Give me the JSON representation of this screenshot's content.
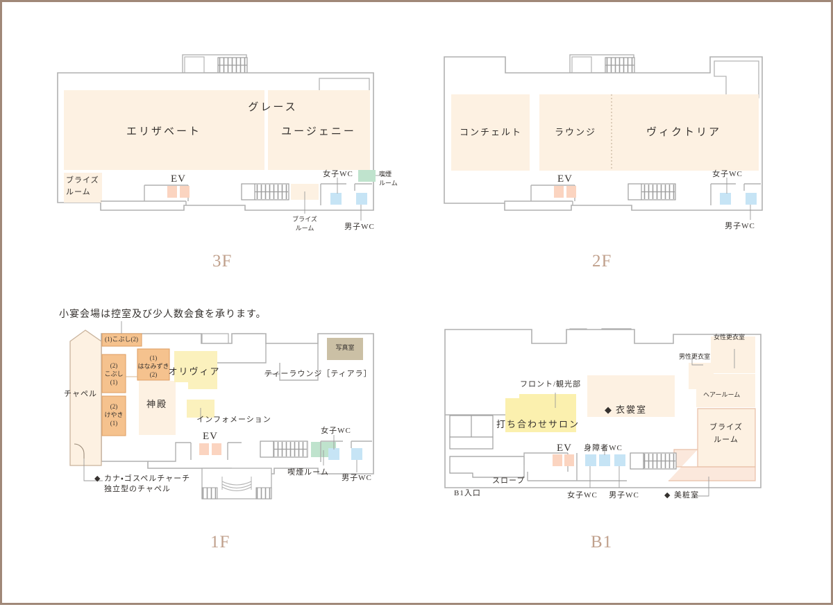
{
  "page": {
    "title": "フロアガイド",
    "border_color": "#a08878",
    "background": "#ffffff"
  },
  "palette": {
    "wall": "#a8a8a8",
    "wall_light": "#c4c4c4",
    "banquet_fill": "#fdf1e2",
    "banquet_fill_light": "#fdf4ea",
    "small_room_fill": "#f5c28e",
    "small_room_stroke": "#e0a268",
    "olivia_fill": "#fbf1bd",
    "salon_fill": "#fbf0ae",
    "photo_fill": "#cbc0a5",
    "ev_fill": "#fbd4c0",
    "wc_fill": "#c6e4f5",
    "smoke_fill": "#bfe3cd",
    "caption_color": "#c0a08c",
    "text_color": "#35312e",
    "leader_color": "#9a9a9a"
  },
  "floors": [
    {
      "id": "3F",
      "caption": "3F",
      "rooms": [
        {
          "name": "グレース",
          "type": "banquet"
        },
        {
          "name": "エリザベート",
          "type": "banquet"
        },
        {
          "name": "ユージェニー",
          "type": "banquet"
        },
        {
          "name": "ブライズルーム",
          "type": "bride",
          "line1": "ブライズ",
          "line2": "ルーム"
        },
        {
          "name": "ブライズルーム",
          "type": "bride",
          "line1": "ブライズ",
          "line2": "ルーム"
        }
      ],
      "facilities": [
        {
          "name": "EV",
          "label": "EV",
          "color": "#fbd4c0"
        },
        {
          "name": "女子WC",
          "label": "女子WC",
          "color": "#c6e4f5"
        },
        {
          "name": "男子WC",
          "label": "男子WC",
          "color": "#c6e4f5"
        },
        {
          "name": "喫煙ルーム",
          "label": "喫煙ルーム",
          "line1": "喫煙",
          "line2": "ルーム",
          "color": "#bfe3cd"
        }
      ]
    },
    {
      "id": "2F",
      "caption": "2F",
      "rooms": [
        {
          "name": "コンチェルト",
          "type": "banquet"
        },
        {
          "name": "ラウンジ",
          "type": "banquet"
        },
        {
          "name": "ヴィクトリア",
          "type": "banquet"
        }
      ],
      "facilities": [
        {
          "name": "EV",
          "label": "EV",
          "color": "#fbd4c0"
        },
        {
          "name": "女子WC",
          "label": "女子WC",
          "color": "#c6e4f5"
        },
        {
          "name": "男子WC",
          "label": "男子WC",
          "color": "#c6e4f5"
        }
      ]
    },
    {
      "id": "1F",
      "caption": "1F",
      "note": "小宴会場は控室及び少人数会食を承ります。",
      "rooms": [
        {
          "name": "こぶし(1)(2)",
          "label_line1": "(1)こぶし(2)",
          "type": "small"
        },
        {
          "name": "こぶし(1)",
          "label_line1": "(2)",
          "label_line2": "こぶし",
          "label_line3": "(1)",
          "type": "small"
        },
        {
          "name": "はなみずき(2)",
          "label_line1": "(1)",
          "label_line2": "はなみずき",
          "label_line3": "(2)",
          "type": "small"
        },
        {
          "name": "けやき(1)",
          "label_line1": "(2)",
          "label_line2": "けやき",
          "label_line3": "(1)",
          "type": "small"
        },
        {
          "name": "チャペル",
          "type": "chapel"
        },
        {
          "name": "神殿",
          "type": "shinto"
        },
        {
          "name": "オリヴィア",
          "type": "olivia"
        },
        {
          "name": "インフォメーション",
          "type": "info"
        },
        {
          "name": "写真室",
          "type": "photo"
        },
        {
          "name": "ティーラウンジ［ティアラ］",
          "type": "lounge"
        }
      ],
      "facilities": [
        {
          "name": "EV",
          "label": "EV",
          "color": "#fbd4c0"
        },
        {
          "name": "女子WC",
          "label": "女子WC",
          "color": "#c6e4f5"
        },
        {
          "name": "男子WC",
          "label": "男子WC",
          "color": "#c6e4f5"
        },
        {
          "name": "喫煙ルーム",
          "label": "喫煙ルーム",
          "color": "#bfe3cd"
        }
      ],
      "annotations": [
        {
          "marker": "◆",
          "line1": "カナ・ゴスペルチャーチ",
          "line2": "独立型のチャペル"
        }
      ]
    },
    {
      "id": "B1",
      "caption": "B1",
      "rooms": [
        {
          "name": "フロント/観光部"
        },
        {
          "name": "打ち合わせサロン"
        },
        {
          "name": "衣裳室",
          "marker": "◆"
        },
        {
          "name": "女性更衣室"
        },
        {
          "name": "男性更衣室"
        },
        {
          "name": "ヘアールーム"
        },
        {
          "name": "ブライズルーム",
          "line1": "ブライズ",
          "line2": "ルーム"
        },
        {
          "name": "美粧室",
          "marker": "◆"
        }
      ],
      "facilities": [
        {
          "name": "EV",
          "label": "EV",
          "color": "#fbd4c0"
        },
        {
          "name": "身障者WC",
          "label": "身障者WC",
          "color": "#c6e4f5"
        },
        {
          "name": "女子WC",
          "label": "女子WC",
          "color": "#c6e4f5"
        },
        {
          "name": "男子WC",
          "label": "男子WC",
          "color": "#c6e4f5"
        },
        {
          "name": "スロープ",
          "label": "スロープ"
        },
        {
          "name": "B1入口",
          "label": "B1入口"
        }
      ]
    }
  ],
  "labels": {
    "f3": {
      "grace": "グレース",
      "elizabeth": "エリザベート",
      "eugenie": "ユージェニー",
      "bride_left_1": "ブライズ",
      "bride_left_2": "ルーム",
      "bride_mid_1": "ブライズ",
      "bride_mid_2": "ルーム",
      "ev": "EV",
      "wc_women": "女子WC",
      "wc_men": "男子WC",
      "smoke_1": "喫煙",
      "smoke_2": "ルーム",
      "caption": "3F"
    },
    "f2": {
      "concerto": "コンチェルト",
      "lounge": "ラウンジ",
      "victoria": "ヴィクトリア",
      "ev": "EV",
      "wc_women": "女子WC",
      "wc_men": "男子WC",
      "caption": "2F"
    },
    "f1": {
      "note": "小宴会場は控室及び少人数会食を承ります。",
      "kobushi_top": "(1)こぶし(2)",
      "kobushi_l1": "(2)",
      "kobushi_l2": "こぶし",
      "kobushi_l3": "(1)",
      "hanamizuki_l1": "(1)",
      "hanamizuki_l2": "はなみずき",
      "hanamizuki_l3": "(2)",
      "keyaki_l1": "(2)",
      "keyaki_l2": "けやき",
      "keyaki_l3": "(1)",
      "chapel": "チャペル",
      "shinden": "神殿",
      "olivia": "オリヴィア",
      "information": "インフォメーション",
      "photo_room": "写真室",
      "tea_lounge": "ティーラウンジ［ティアラ］",
      "ev": "EV",
      "wc_women": "女子WC",
      "wc_men": "男子WC",
      "smoking": "喫煙ルーム",
      "kana_marker": "◆",
      "kana_1": "カナ・ゴスペルチャーチ",
      "kana_2": "独立型のチャペル",
      "caption": "1F"
    },
    "b1": {
      "front": "フロント/観光部",
      "salon": "打ち合わせサロン",
      "costume_marker": "◆",
      "costume": "衣裳室",
      "women_locker": "女性更衣室",
      "men_locker": "男性更衣室",
      "hair_room": "ヘアールーム",
      "bride_1": "ブライズ",
      "bride_2": "ルーム",
      "ev": "EV",
      "wc_disabled": "身障者WC",
      "wc_women": "女子WC",
      "wc_men": "男子WC",
      "slope": "スロープ",
      "entrance": "B1入口",
      "makeup_marker": "◆",
      "makeup": "美粧室",
      "caption": "B1"
    }
  }
}
